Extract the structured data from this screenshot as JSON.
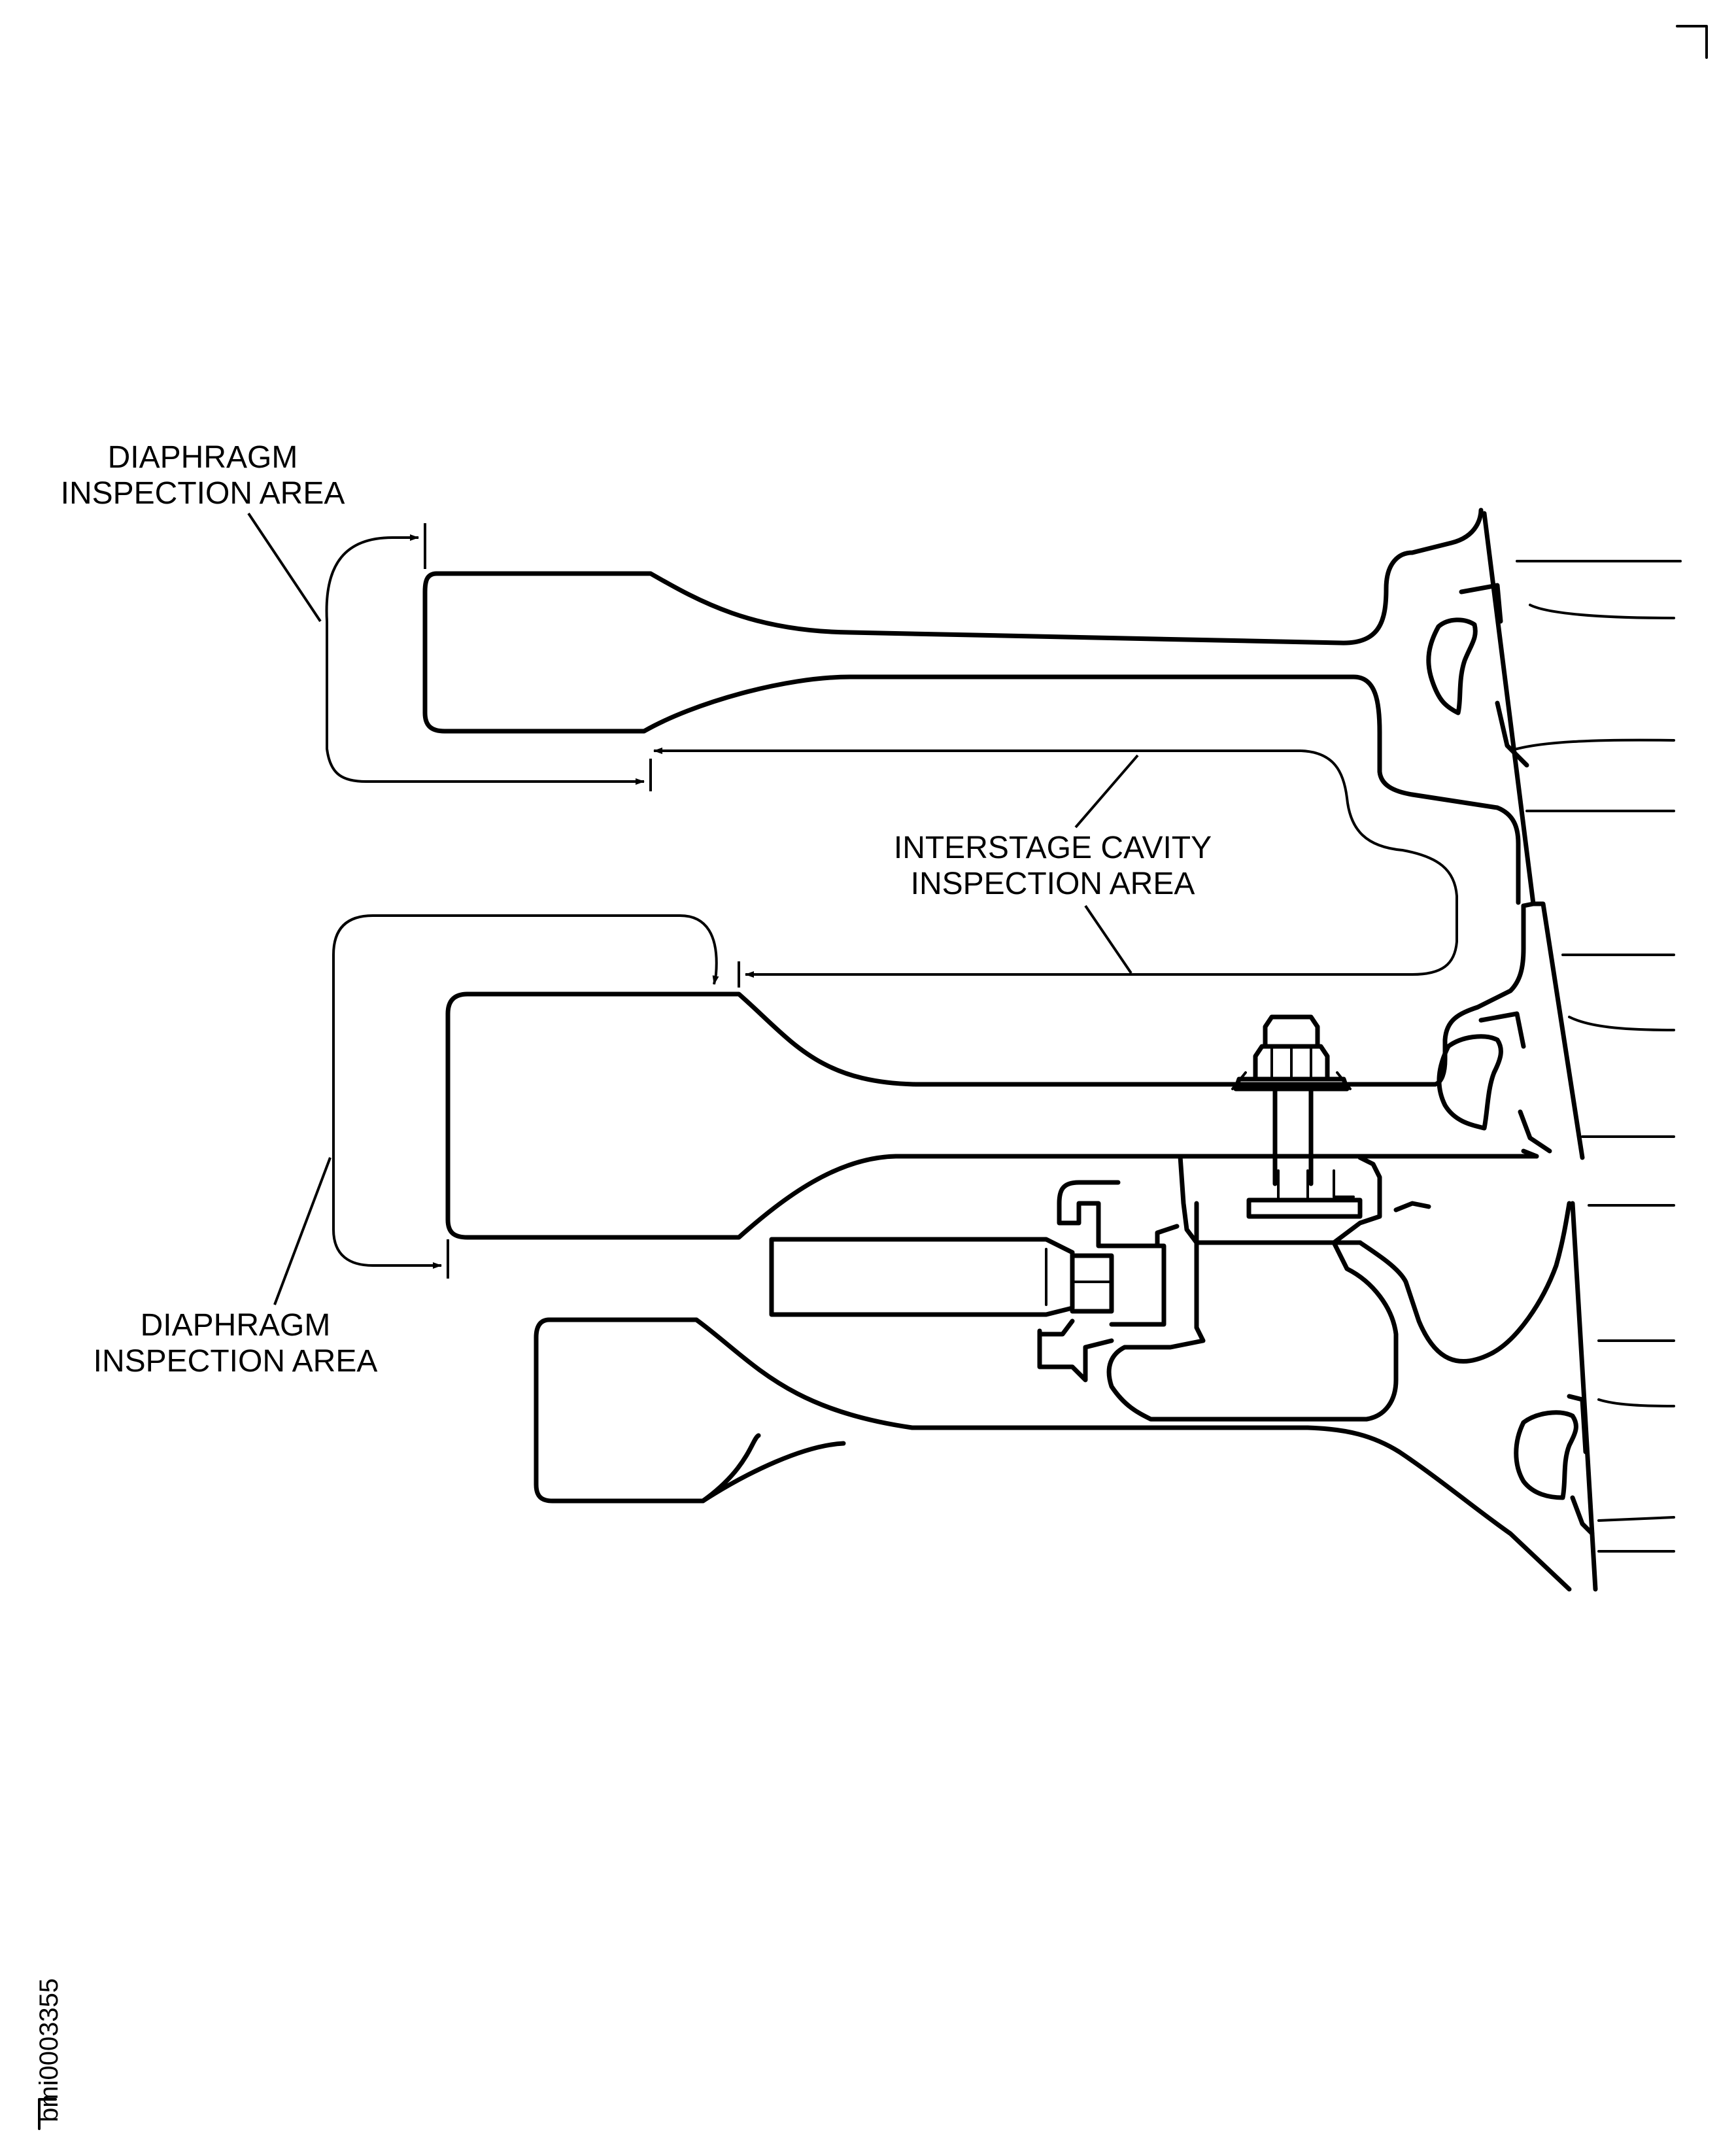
{
  "labels": {
    "diaphragm_top": [
      "DIAPHRAGM",
      "INSPECTION AREA"
    ],
    "interstage": [
      "INTERSTAGE CAVITY",
      "INSPECTION AREA"
    ],
    "diaphragm_bottom": [
      "DIAPHRAGM",
      "INSPECTION AREA"
    ]
  },
  "figure_id": "bmi0003355",
  "colors": {
    "ink": "#000000",
    "paper": "#ffffff"
  },
  "icons": [
    "corner-crop-mark",
    "arrowhead"
  ]
}
